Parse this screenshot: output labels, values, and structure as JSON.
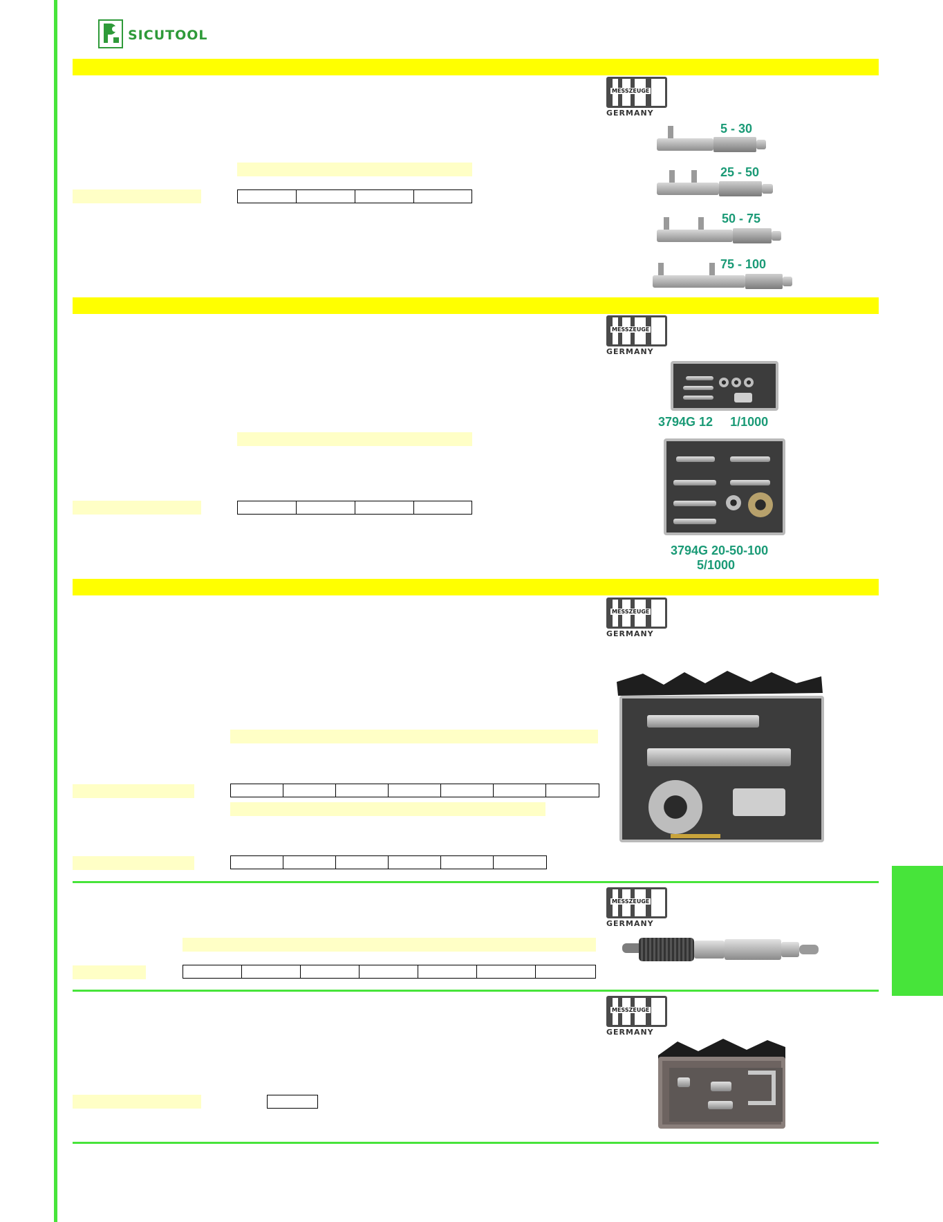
{
  "brand": {
    "name": "SICUTOOL",
    "accent": "#47e43a",
    "logo_color": "#2e9a39"
  },
  "maker": {
    "name": "MESSZEUGE",
    "country": "GERMANY"
  },
  "sections": [
    {
      "id": "s1",
      "image_labels": [
        "5 - 30",
        "25 - 50",
        "50 - 75",
        "75 - 100"
      ]
    },
    {
      "id": "s2",
      "image_labels": [
        "3794G 12     1/1000",
        "3794G 20-50-100",
        "5/1000"
      ]
    },
    {
      "id": "s3",
      "image_labels": []
    },
    {
      "id": "s4",
      "image_labels": []
    },
    {
      "id": "s5",
      "image_labels": []
    }
  ],
  "colors": {
    "header_bar": "#ffff00",
    "table_fill": "#ffffc6",
    "label_text": "#1a9a76"
  }
}
